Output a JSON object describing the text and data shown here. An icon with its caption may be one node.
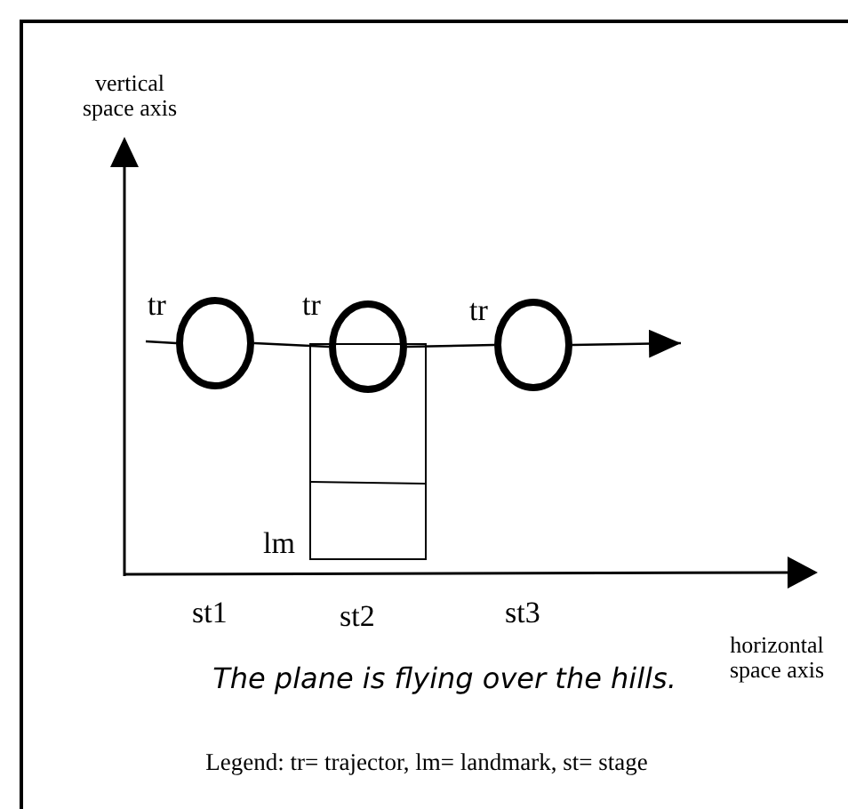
{
  "diagram": {
    "caption": "The plane is flying over the hills.",
    "nodes": [
      {
        "text": [],
        "shape": "circle",
        "beside": [
          "tr"
        ]
      },
      {
        "text": [],
        "shape": "circle",
        "beside": [
          "tr"
        ]
      },
      {
        "text": [],
        "shape": "circle",
        "beside": [
          "tr"
        ]
      },
      {
        "text": [],
        "shape": "box",
        "beside": [
          "lm"
        ]
      }
    ],
    "edges": [
      {
        "from": null,
        "to": 0,
        "arrow": "none"
      },
      {
        "from": 0,
        "to": 1,
        "arrow": "none"
      },
      {
        "from": 1,
        "to": 2,
        "arrow": "none"
      },
      {
        "from": 2,
        "to": null,
        "arrow": "to"
      }
    ],
    "labels": [
      "vertical space axis",
      "st1",
      "st2",
      "st3",
      "horizontal space axis",
      "Legend: tr= trajector, lm= landmark, st= stage"
    ]
  }
}
